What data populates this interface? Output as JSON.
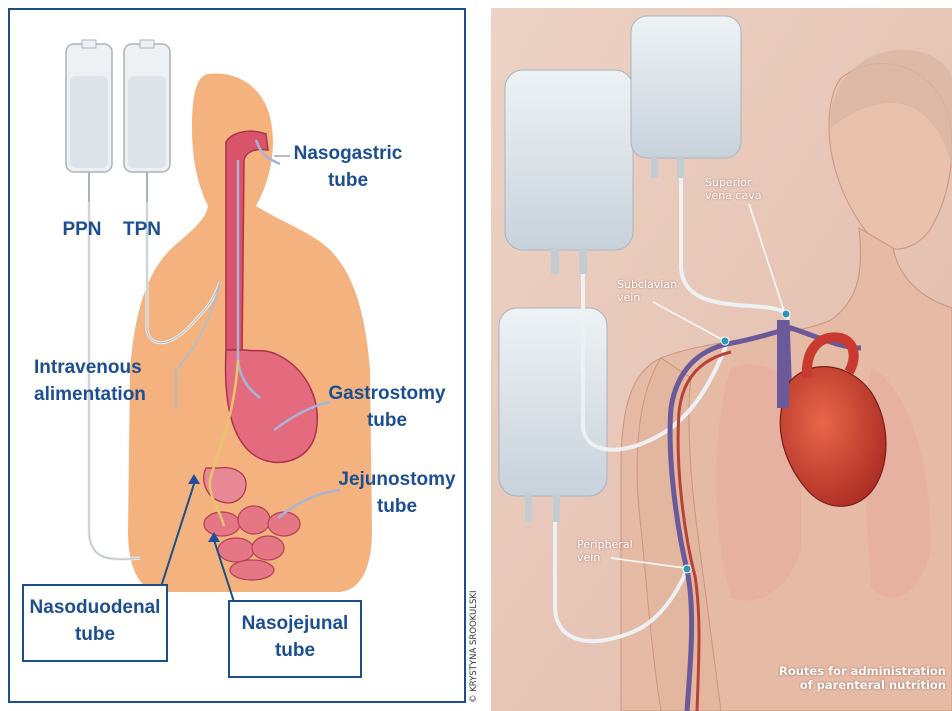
{
  "left_diagram": {
    "labels": {
      "ppn": "PPN",
      "tpn": "TPN",
      "nasogastric": [
        "Nasogastric",
        "tube"
      ],
      "intravenous": [
        "Intravenous",
        "alimentation"
      ],
      "gastrostomy": [
        "Gastrostomy",
        "tube"
      ],
      "jejunostomy": [
        "Jejunostomy",
        "tube"
      ],
      "nasoduodenal": [
        "Nasoduodenal",
        "tube"
      ],
      "nasojejunal": [
        "Nasojejunal",
        "tube"
      ]
    },
    "colors": {
      "frame": "#1d4f86",
      "text": "#1c4f91",
      "body": "#f4b27f",
      "stomach": "#d9536a",
      "marker": "#1f4f9a"
    }
  },
  "right_illustration": {
    "labels": {
      "superior_vena_cava": [
        "Superior",
        "vena cava"
      ],
      "subclavian_vein": [
        "Subclavian",
        "vein"
      ],
      "peripheral_vein": [
        "Peripheral",
        "vein"
      ]
    },
    "caption": [
      "Routes for administration",
      "of parenteral nutrition"
    ],
    "credit": "© KRYSTYNA SROOKULSKI",
    "colors": {
      "skin": "#e9cbbd",
      "heart": "#c93a2e",
      "vein": "#6a5a9a",
      "marker": "#2a9ab4"
    }
  }
}
